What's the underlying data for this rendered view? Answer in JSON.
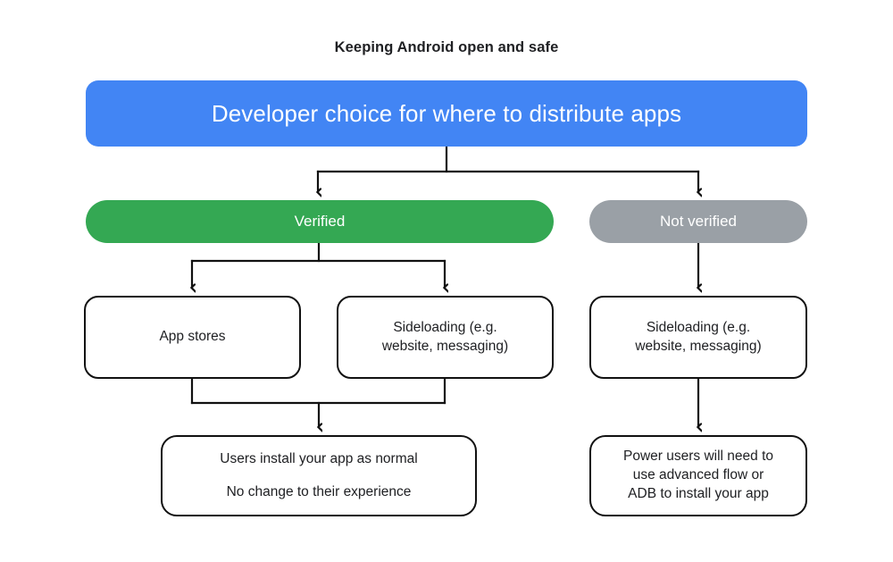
{
  "diagram": {
    "title": "Keeping Android open and safe",
    "type": "flowchart",
    "colors": {
      "hero_blue": "#4285f4",
      "verified_green": "#34a853",
      "not_verified_gray": "#9aa0a6",
      "node_border": "#111111",
      "text_dark": "#202124",
      "text_light": "#ffffff",
      "background": "#ffffff"
    },
    "nodes": {
      "hero": {
        "label": "Developer choice for where to distribute apps"
      },
      "verified": {
        "label": "Verified"
      },
      "not_verified": {
        "label": "Not verified"
      },
      "app_stores": {
        "label": "App stores"
      },
      "sideload_left": {
        "line1": "Sideloading (e.g.",
        "line2": "website, messaging)"
      },
      "sideload_right": {
        "line1": "Sideloading (e.g.",
        "line2": "website, messaging)"
      },
      "outcome_left": {
        "line1": "Users install your app as normal",
        "line2": "No change to their experience"
      },
      "outcome_right": {
        "line1": "Power users will need to",
        "line2": "use advanced flow or",
        "line3": "ADB to install your app"
      }
    }
  }
}
